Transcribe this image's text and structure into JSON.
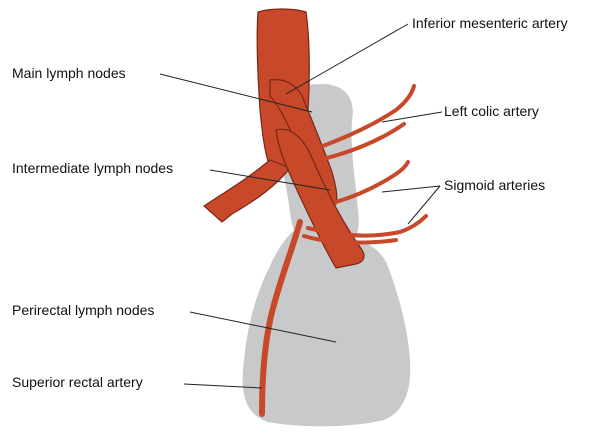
{
  "colors": {
    "background": "#ffffff",
    "lymph_region": "#c8c9cb",
    "artery_fill": "#c8482a",
    "artery_stroke": "#7a2614",
    "leader_line": "#222222"
  },
  "labels": {
    "inferior_mesenteric_artery": "Inferior mesenteric artery",
    "main_lymph_nodes": "Main lymph nodes",
    "left_colic_artery": "Left colic artery",
    "intermediate_lymph_nodes": "Intermediate lymph nodes",
    "sigmoid_arteries": "Sigmoid arteries",
    "perirectal_lymph_nodes": "Perirectal lymph nodes",
    "superior_rectal_artery": "Superior rectal artery"
  }
}
